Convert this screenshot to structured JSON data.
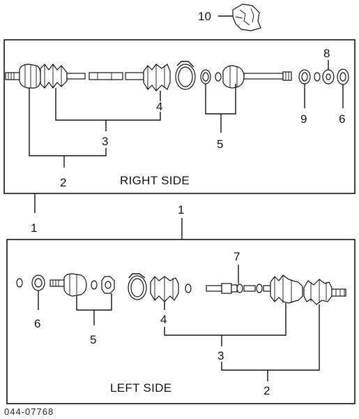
{
  "figure": {
    "code": "044-07768",
    "panels": {
      "right": {
        "title": "RIGHT SIDE"
      },
      "left": {
        "title": "LEFT SIDE"
      }
    },
    "callouts": {
      "top_bracket": "10",
      "right_8": "8",
      "right_4": "4",
      "right_3": "3",
      "right_5": "5",
      "right_9": "9",
      "right_6": "6",
      "right_2": "2",
      "right_assembly": "1",
      "left_assembly": "1",
      "left_7": "7",
      "left_6": "6",
      "left_5": "5",
      "left_4": "4",
      "left_3": "3",
      "left_2": "2"
    }
  }
}
